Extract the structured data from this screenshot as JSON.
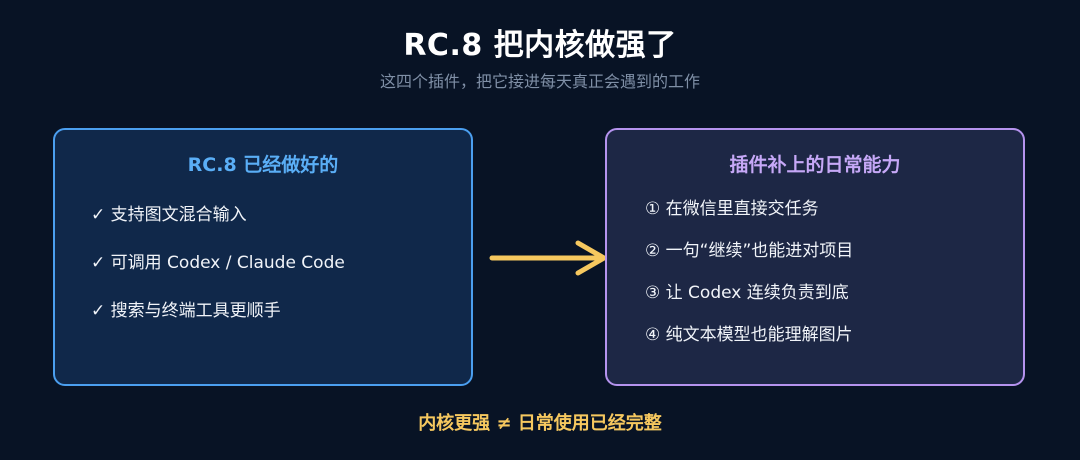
{
  "title": "RC.8 把内核做强了",
  "subtitle": "这四个插件，把它接进每天真正会遇到的工作",
  "left_card": {
    "title": "RC.8 已经做好的",
    "items": [
      "✓ 支持图文混合输入",
      "✓ 可调用 Codex / Claude Code",
      "✓ 搜索与终端工具更顺手"
    ]
  },
  "right_card": {
    "title": "插件补上的日常能力",
    "items": [
      "① 在微信里直接交任务",
      "② 一句“继续”也能进对项目",
      "③ 让 Codex 连续负责到底",
      "④ 纯文本模型也能理解图片"
    ]
  },
  "footer": "内核更强 ≠ 日常使用已经完整",
  "colors": {
    "background": "#081325",
    "left_accent": "#4b9ff0",
    "right_accent": "#b593ee",
    "arrow": "#f6c85f",
    "footer": "#f6c85f"
  },
  "icons": {
    "connector": "right-arrow-icon"
  }
}
